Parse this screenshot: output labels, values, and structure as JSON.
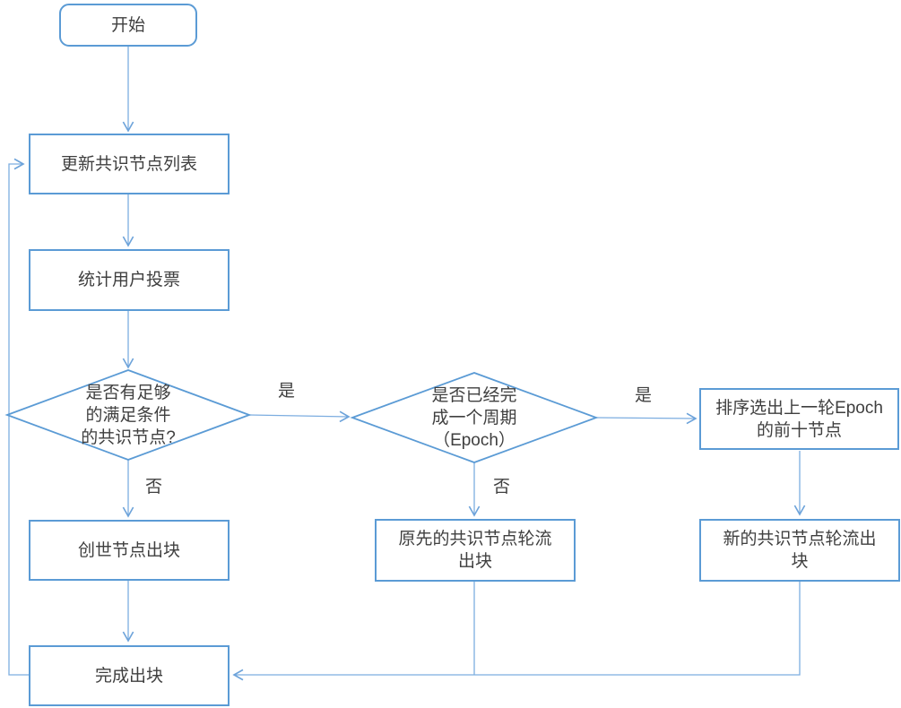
{
  "diagram": {
    "title": "DPoS consensus block-production flowchart",
    "accent_color": "#5B9BD5",
    "text_color": "#3f3f3f",
    "background_color": "#ffffff",
    "nodes": {
      "start": {
        "type": "terminator",
        "label": "开始"
      },
      "update": {
        "type": "process",
        "label": "更新共识节点列表"
      },
      "count": {
        "type": "process",
        "label": "统计用户投票"
      },
      "d1": {
        "type": "decision",
        "label": "是否有足够\n的满足条件\n的共识节点?"
      },
      "d2": {
        "type": "decision",
        "label": "是否已经完\n成一个周期\n（Epoch）"
      },
      "sort": {
        "type": "process",
        "label": "排序选出上一轮Epoch\n的前十节点"
      },
      "genesis": {
        "type": "process",
        "label": "创世节点出块"
      },
      "original": {
        "type": "process",
        "label": "原先的共识节点轮流\n出块"
      },
      "newnodes": {
        "type": "process",
        "label": "新的共识节点轮流出\n块"
      },
      "finish": {
        "type": "process",
        "label": "完成出块"
      }
    },
    "edge_labels": {
      "d1_yes": "是",
      "d1_no": "否",
      "d2_yes": "是",
      "d2_no": "否"
    }
  }
}
